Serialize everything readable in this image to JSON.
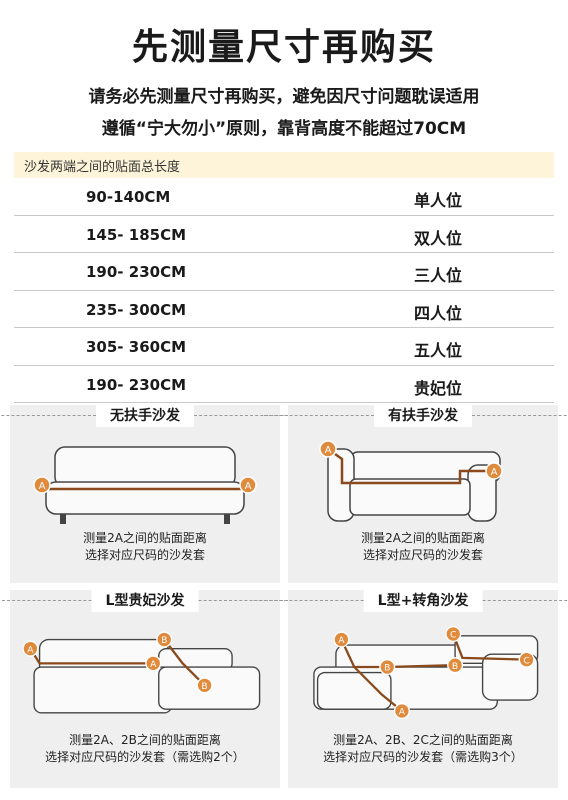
{
  "header": {
    "title": "先测量尺寸再购买",
    "line1": "请务必先测量尺寸再购买，避免因尺寸问题耽误适用",
    "line2": "遵循“宁大勿小”原则，靠背高度不能超过70CM"
  },
  "table": {
    "heading": "沙发两端之间的贴面总长度",
    "rows": [
      {
        "size": "90-140CM",
        "seat": "单人位"
      },
      {
        "size": "145- 185CM",
        "seat": "双人位"
      },
      {
        "size": "190- 230CM",
        "seat": "三人位"
      },
      {
        "size": "235- 300CM",
        "seat": "四人位"
      },
      {
        "size": "305- 360CM",
        "seat": "五人位"
      },
      {
        "size": "190- 230CM",
        "seat": "贵妃位"
      }
    ]
  },
  "panels": [
    {
      "title": "无扶手沙发",
      "caption1": "测量2A之间的贴面距离",
      "caption2": "选择对应尺码的沙发套"
    },
    {
      "title": "有扶手沙发",
      "caption1": "测量2A之间的贴面距离",
      "caption2": "选择对应尺码的沙发套"
    },
    {
      "title": "L型贵妃沙发",
      "caption1": "测量2A、2B之间的贴面距离",
      "caption2": "选择对应尺码的沙发套（需选购2个）"
    },
    {
      "title": "L型+转角沙发",
      "caption1": "测量2A、2B、2C之间的贴面距离",
      "caption2": "选择对应尺码的沙发套（需选购3个）"
    }
  ],
  "markers": {
    "a": "A",
    "b": "B",
    "c": "C"
  },
  "colors": {
    "accent": "#e08a3c",
    "measure_line": "#8a4a1c",
    "band": "#fdf4d9",
    "panel_bg": "#efefef"
  }
}
